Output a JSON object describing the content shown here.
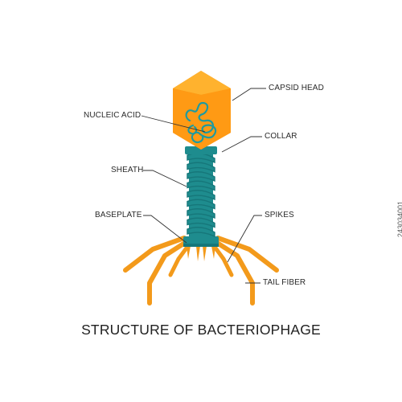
{
  "title": "STRUCTURE OF BACTERIOPHAGE",
  "labels": {
    "capsid_head": "CAPSID HEAD",
    "nucleic_acid": "NUCLEIC ACID",
    "collar": "COLLAR",
    "sheath": "SHEATH",
    "baseplate": "BASEPLATE",
    "spikes": "SPIKES",
    "tail_fiber": "TAIL FIBER"
  },
  "stock_id": "243034001",
  "colors": {
    "capsid_light": "#FFB22E",
    "capsid_mid": "#FF9A14",
    "capsid_dark": "#F08A0A",
    "nucleic_acid": "#1E9AA0",
    "sheath": "#1E8C8E",
    "sheath_dark": "#16777A",
    "fiber": "#F39A1B",
    "leader": "#333333"
  }
}
